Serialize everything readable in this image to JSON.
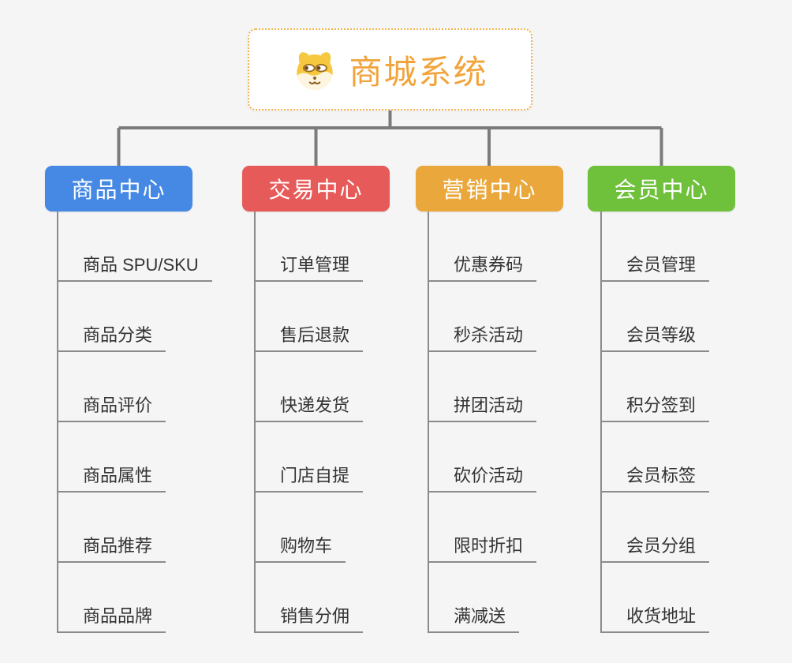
{
  "root": {
    "title": "商城系统",
    "icon": "doge-dog-face-icon",
    "accent_color": "#f2a43c",
    "border_color": "#f2b04a"
  },
  "connector_color": "#7b7b7b",
  "leaf_line_color": "#8b8b8b",
  "branches": [
    {
      "label": "商品中心",
      "color": "#4589e4",
      "items": [
        "商品 SPU/SKU",
        "商品分类",
        "商品评价",
        "商品属性",
        "商品推荐",
        "商品品牌"
      ]
    },
    {
      "label": "交易中心",
      "color": "#e75a5a",
      "items": [
        "订单管理",
        "售后退款",
        "快递发货",
        "门店自提",
        "购物车",
        "销售分佣"
      ]
    },
    {
      "label": "营销中心",
      "color": "#eaa83c",
      "items": [
        "优惠券码",
        "秒杀活动",
        "拼团活动",
        "砍价活动",
        "限时折扣",
        "满减送"
      ]
    },
    {
      "label": "会员中心",
      "color": "#6fc13c",
      "items": [
        "会员管理",
        "会员等级",
        "积分签到",
        "会员标签",
        "会员分组",
        "收货地址"
      ]
    }
  ]
}
